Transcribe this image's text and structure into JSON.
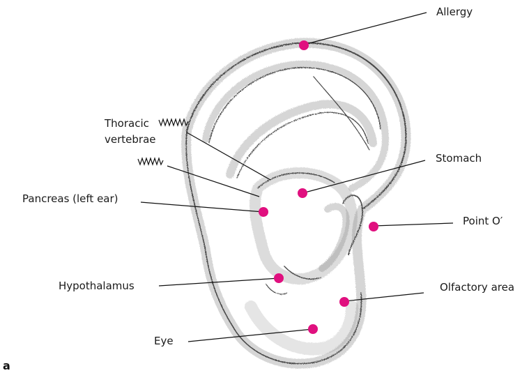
{
  "figure": {
    "panel_letter": "a",
    "colors": {
      "point": "#e0107f",
      "line": "#111111",
      "ear": "#7a7a7a"
    },
    "points": [
      {
        "key": "allergy",
        "label": "Allergy"
      },
      {
        "key": "thoracic",
        "label_line1": "Thoracic",
        "label_line2": "vertebrae"
      },
      {
        "key": "stomach",
        "label": "Stomach"
      },
      {
        "key": "pancreas",
        "label": "Pancreas (left ear)"
      },
      {
        "key": "point-o",
        "label": "Point O′"
      },
      {
        "key": "hypothalamus",
        "label": "Hypothalamus"
      },
      {
        "key": "olfactory",
        "label": "Olfactory area"
      },
      {
        "key": "eye",
        "label": "Eye"
      }
    ]
  }
}
